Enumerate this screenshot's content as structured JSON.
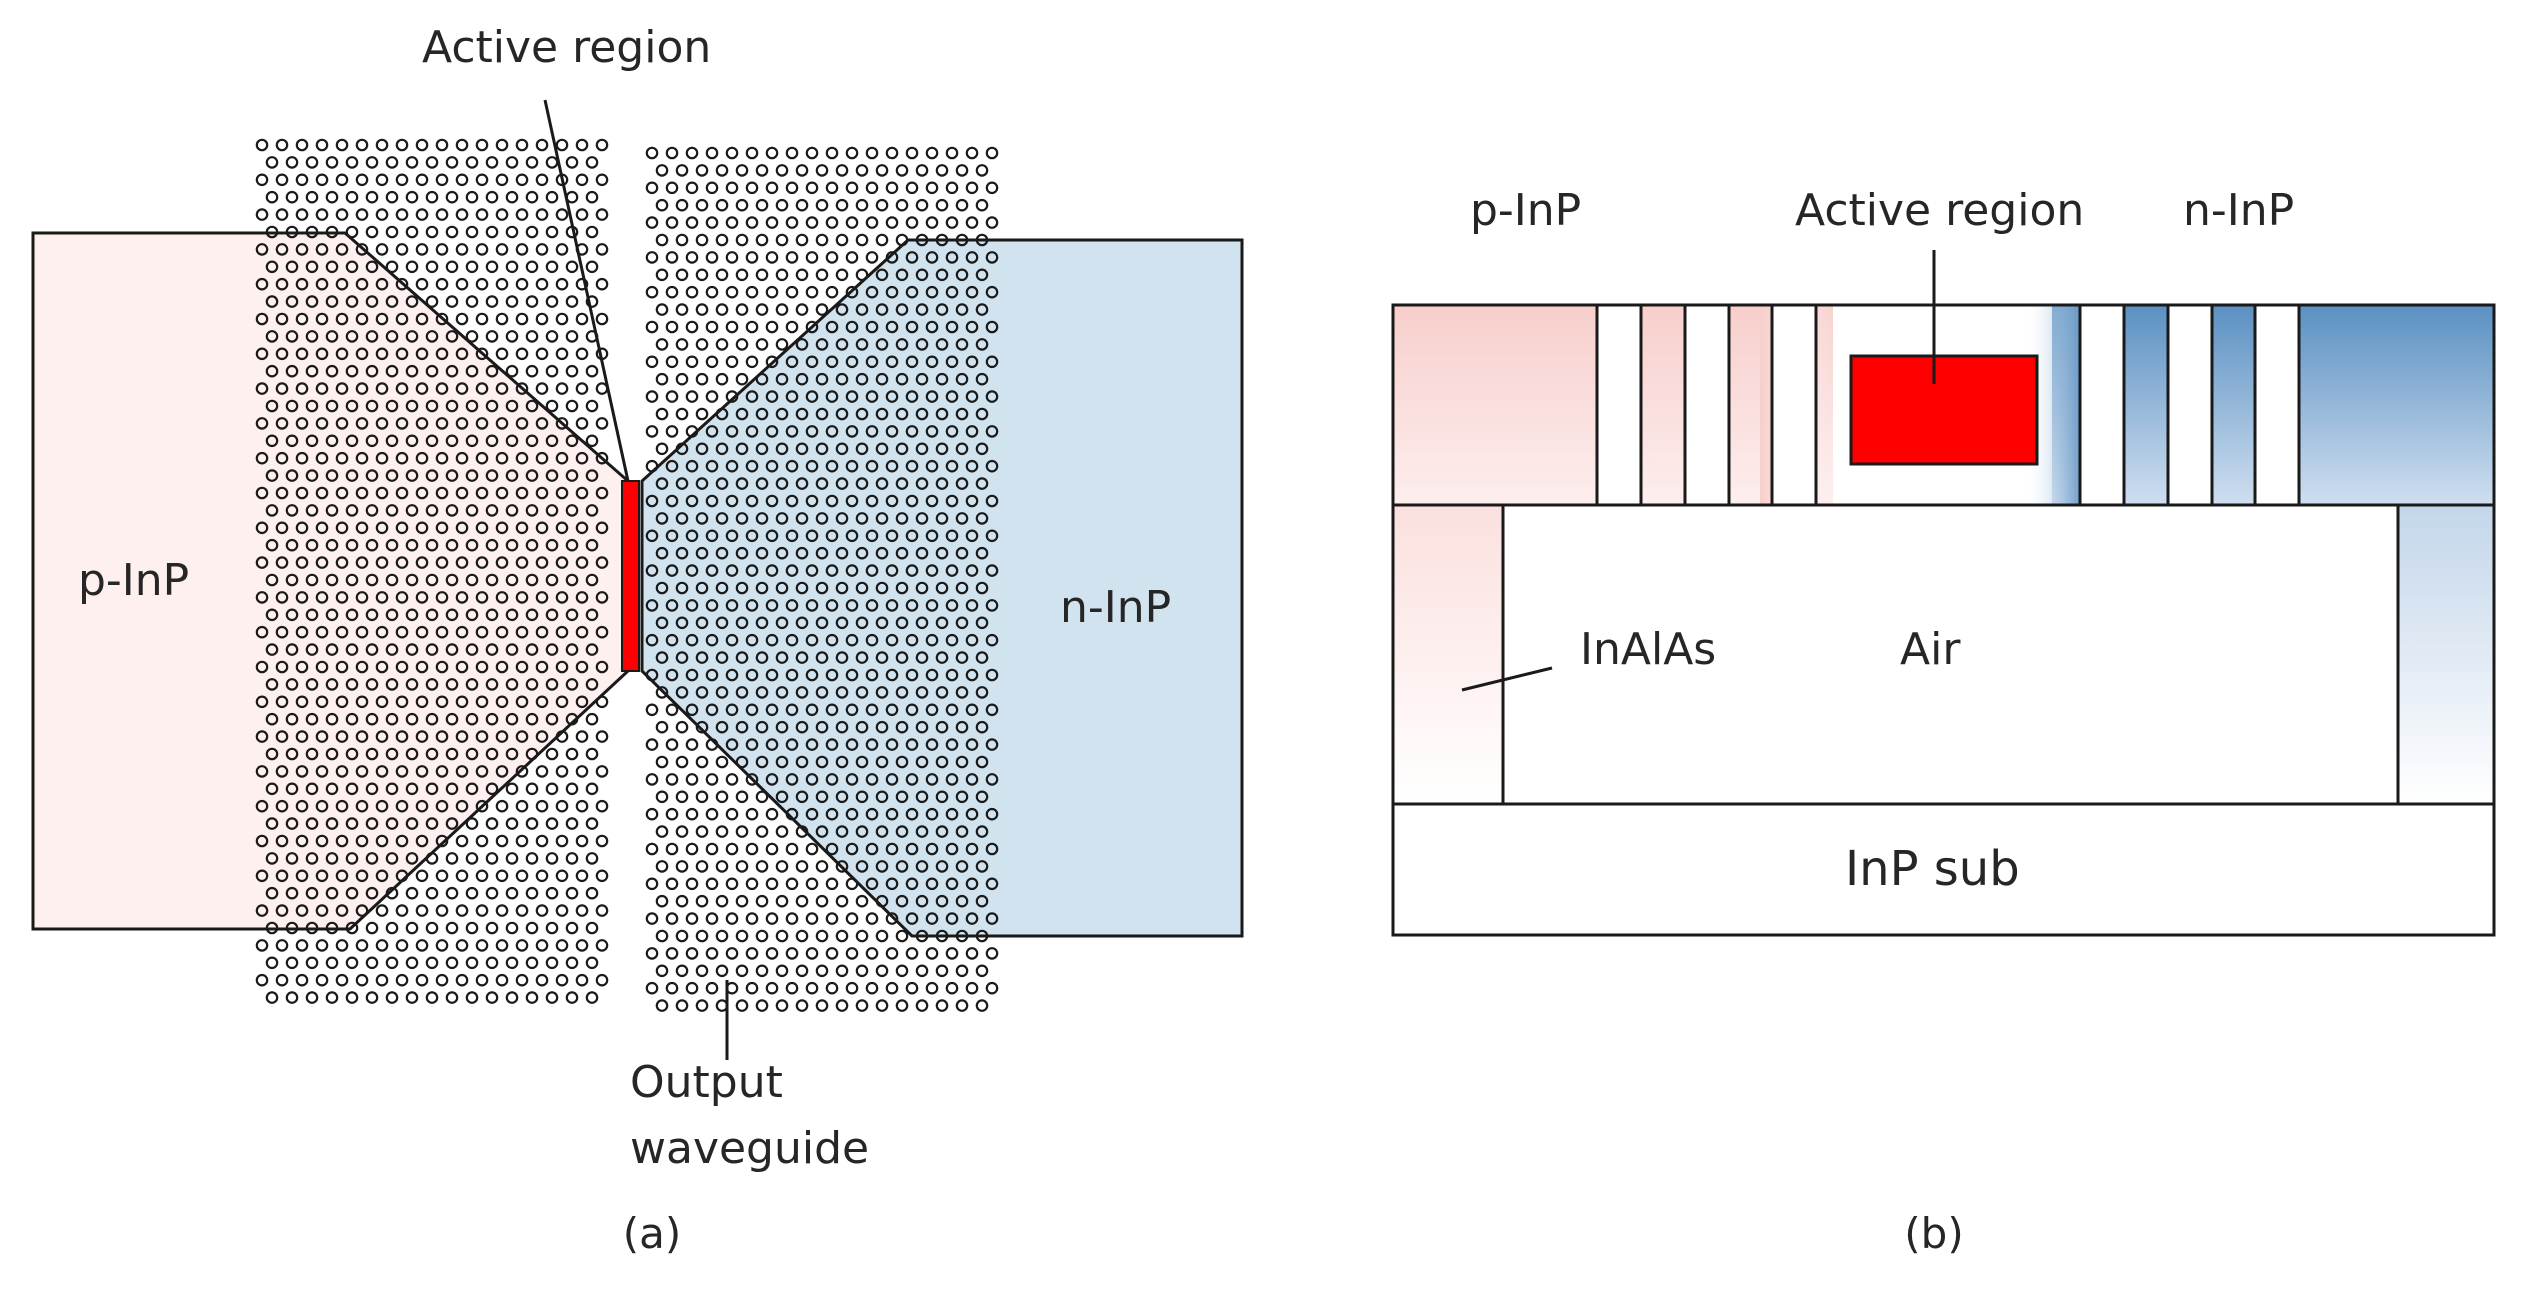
{
  "panel_a": {
    "label_active_region": "Active region",
    "label_p": "p-InP",
    "label_n": "n-InP",
    "label_output_line1": "Output",
    "label_output_line2": "waveguide",
    "caption": "(a)"
  },
  "panel_b": {
    "label_p": "p-InP",
    "label_active_region": "Active region",
    "label_n": "n-InP",
    "label_inalas": "InAlAs",
    "label_air": "Air",
    "label_sub": "InP sub",
    "caption": "(b)"
  },
  "colors": {
    "p_region": "#fdf0ef",
    "n_region": "#d2e3f0",
    "active": "#ff0000",
    "outline": "#1a1a1a",
    "p_grad": "#f5c6c3",
    "n_grad": "#5f93c4"
  }
}
